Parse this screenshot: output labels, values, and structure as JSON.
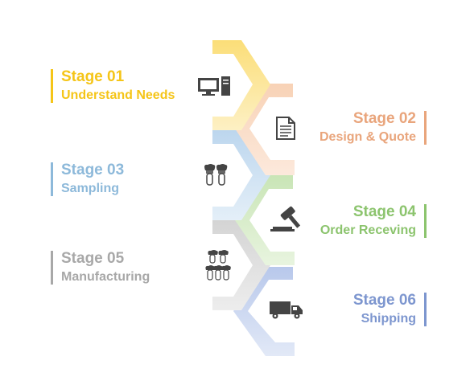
{
  "colors": {
    "stage1": "#F5C518",
    "stage2": "#E9A57C",
    "stage3": "#8DB9DA",
    "stage4": "#8CC46E",
    "stage5": "#A8A8A8",
    "stage6": "#7D96CF",
    "icon": "#444444"
  },
  "stages": [
    {
      "number": "Stage 01",
      "name": "Understand Needs",
      "icon": "desktop-computer-icon"
    },
    {
      "number": "Stage 02",
      "name": "Design & Quote",
      "icon": "document-icon"
    },
    {
      "number": "Stage 03",
      "name": "Sampling",
      "icon": "makeup-brushes-icon"
    },
    {
      "number": "Stage 04",
      "name": "Order Receving",
      "icon": "gavel-icon"
    },
    {
      "number": "Stage 05",
      "name": "Manufacturing",
      "icon": "brush-batch-icon"
    },
    {
      "number": "Stage 06",
      "name": "Shipping",
      "icon": "truck-icon"
    }
  ]
}
